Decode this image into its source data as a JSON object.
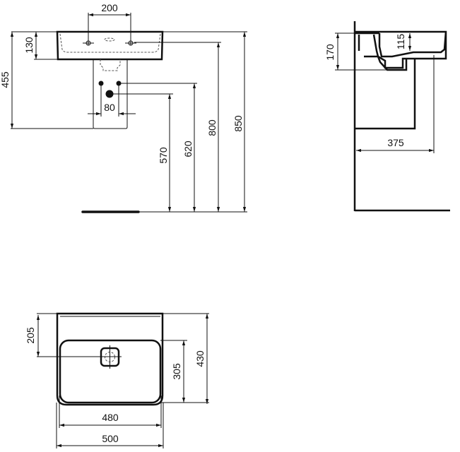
{
  "front_view": {
    "dimensions": {
      "tap_spacing": "200",
      "rim_to_overflow": "130",
      "basin_height_total": "455",
      "trap_spacing": "80",
      "outlet_height": "570",
      "supply_height": "620",
      "tap_height": "800",
      "rim_height": "850"
    }
  },
  "side_view": {
    "dimensions": {
      "mount_height": "170",
      "bowl_depth": "115",
      "projection": "375"
    }
  },
  "plan_view": {
    "dimensions": {
      "drain_position": "205",
      "bowl_length": "305",
      "overall_depth": "430",
      "bowl_width": "480",
      "overall_width": "500"
    }
  }
}
